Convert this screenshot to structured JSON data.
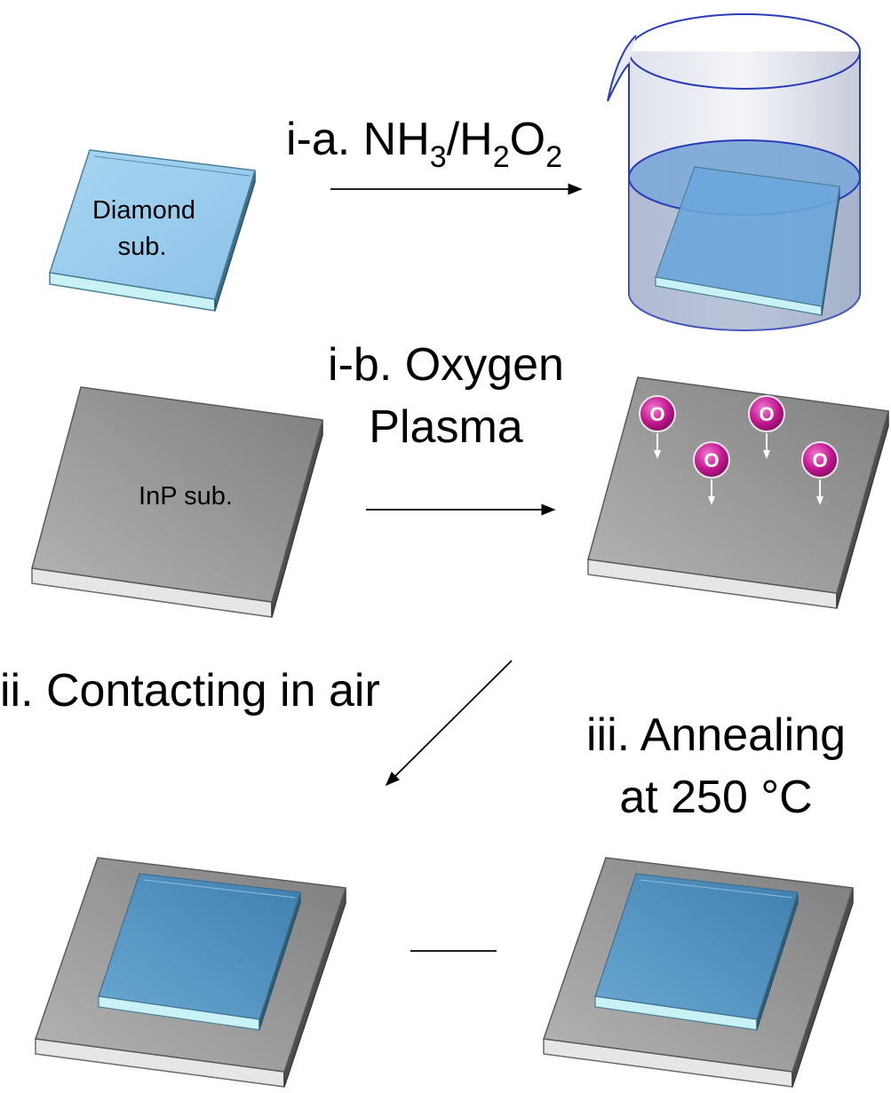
{
  "steps": {
    "step_ia": {
      "prefix": "i-a. NH",
      "sub1": "3",
      "mid": "/H",
      "sub2": "2",
      "mid2": "O",
      "sub3": "2"
    },
    "step_ib": {
      "line1": "i-b. Oxygen",
      "line2": "Plasma"
    },
    "step_ii": {
      "label": "ii. Contacting in air"
    },
    "step_iii": {
      "line1": "iii. Annealing",
      "line2": "at 250 °C"
    }
  },
  "substrates": {
    "diamond": {
      "line1": "Diamond",
      "line2": "sub."
    },
    "inp": {
      "label": "InP sub."
    }
  },
  "plasma": {
    "atom_label": "O",
    "atom_count": 4
  },
  "colors": {
    "diamond_top": "#9fd0f0",
    "diamond_edge": "#c8f2f6",
    "diamond_bonded": "#5a9ac8",
    "inp_top": "#9a9a9a",
    "inp_edge": "#e6e6e6",
    "oxygen": "#c0178f",
    "beaker_liquid": "#7aa8da",
    "beaker_outline": "#2a3cb8"
  }
}
